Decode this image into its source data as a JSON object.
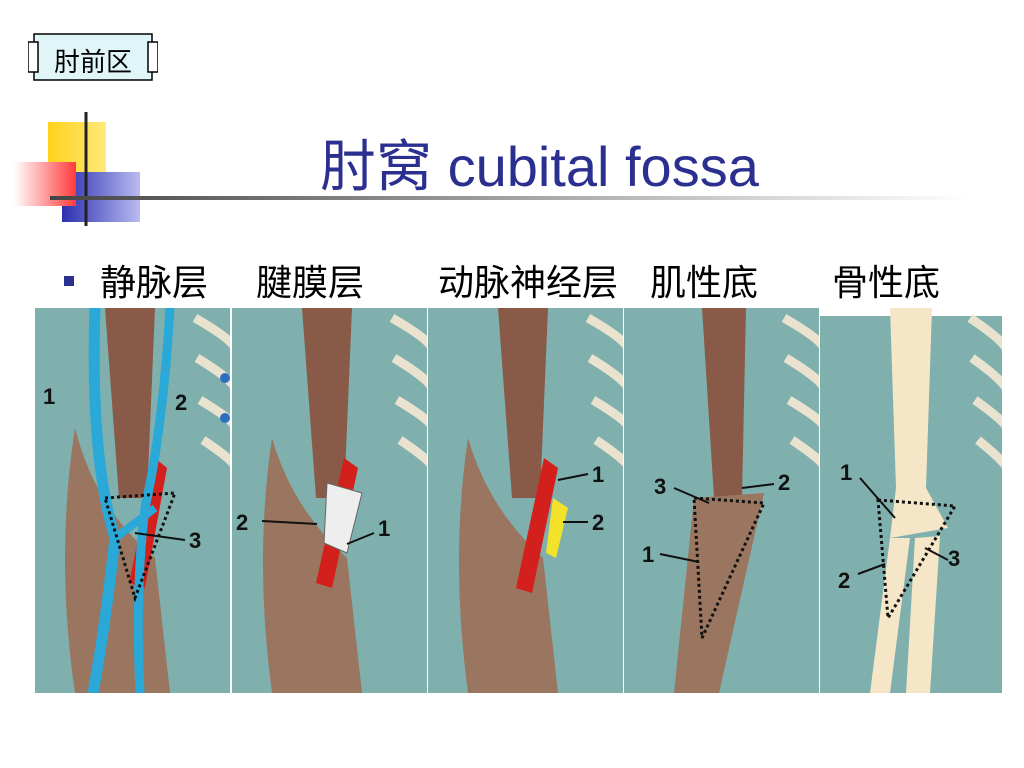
{
  "section_tag": "肘前区",
  "title": {
    "cn": "肘窝",
    "en": "cubital fossa"
  },
  "layers": [
    {
      "label": "静脉层",
      "markers": [
        "1",
        "2",
        "3"
      ]
    },
    {
      "label": "腱膜层",
      "markers": [
        "2",
        "1"
      ]
    },
    {
      "label": "动脉神经层",
      "markers": [
        "1",
        "2"
      ]
    },
    {
      "label": "肌性底",
      "markers": [
        "3",
        "2",
        "1"
      ]
    },
    {
      "label": "骨性底",
      "markers": [
        "1",
        "3",
        "2"
      ]
    }
  ],
  "colors": {
    "title": "#2b2f8f",
    "bullet": "#2b2f8f",
    "panel_bg": "#7fb0ad",
    "muscle": "#8a5a48",
    "vein": "#2aa8d8",
    "artery": "#d3201c",
    "bone": "#f5e6c8"
  }
}
